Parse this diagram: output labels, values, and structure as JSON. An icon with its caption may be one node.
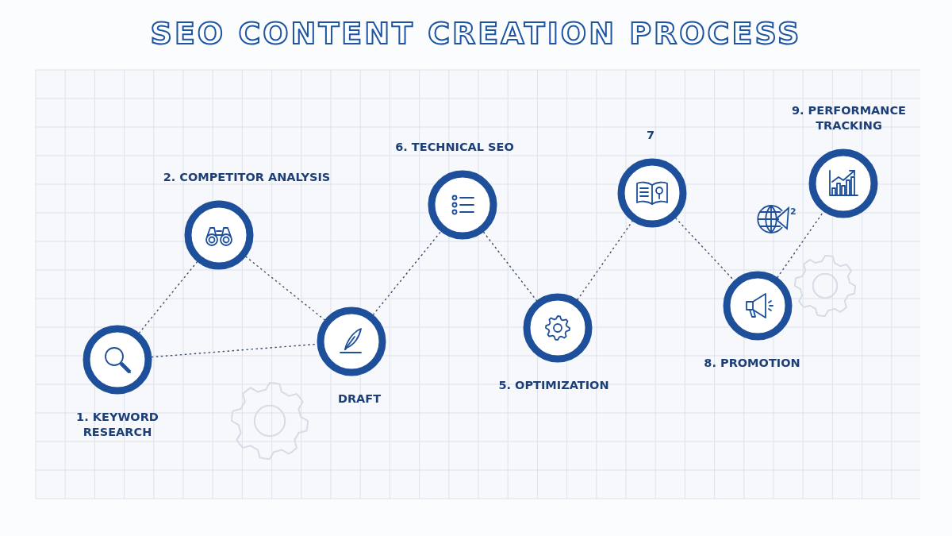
{
  "diagram": {
    "title": "SEO CONTENT CREATION PROCESS",
    "nodes": [
      {
        "text": [
          "1. KEYWORD RESEARCH"
        ]
      },
      {
        "text": [
          "2. COMPETITOR ANALYSIS"
        ]
      },
      {
        "text": [
          "DRAFT"
        ]
      },
      {
        "text": [
          "6. TECHNICAL SEO"
        ]
      },
      {
        "text": [
          "5. OPTIMIZATION"
        ]
      },
      {
        "text": [
          "7"
        ]
      },
      {
        "text": [
          "8. PROMOTION"
        ]
      },
      {
        "text": [
          "9. PERFORMANCE TRACKING"
        ]
      }
    ],
    "edges": [
      {
        "from": 0,
        "to": 1,
        "arrow": "none",
        "style": "dashed"
      },
      {
        "from": 1,
        "to": 2,
        "arrow": "none",
        "style": "dashed"
      },
      {
        "from": 0,
        "to": 2,
        "arrow": "none",
        "style": "dashed"
      },
      {
        "from": 2,
        "to": 3,
        "arrow": "none",
        "style": "dashed"
      },
      {
        "from": 3,
        "to": 4,
        "arrow": "none",
        "style": "dashed"
      },
      {
        "from": 4,
        "to": 5,
        "arrow": "none",
        "style": "dashed"
      },
      {
        "from": 5,
        "to": 6,
        "arrow": "none",
        "style": "dashed"
      },
      {
        "from": 6,
        "to": 7,
        "arrow": "none",
        "style": "dashed"
      }
    ],
    "labels": [
      "2"
    ]
  }
}
